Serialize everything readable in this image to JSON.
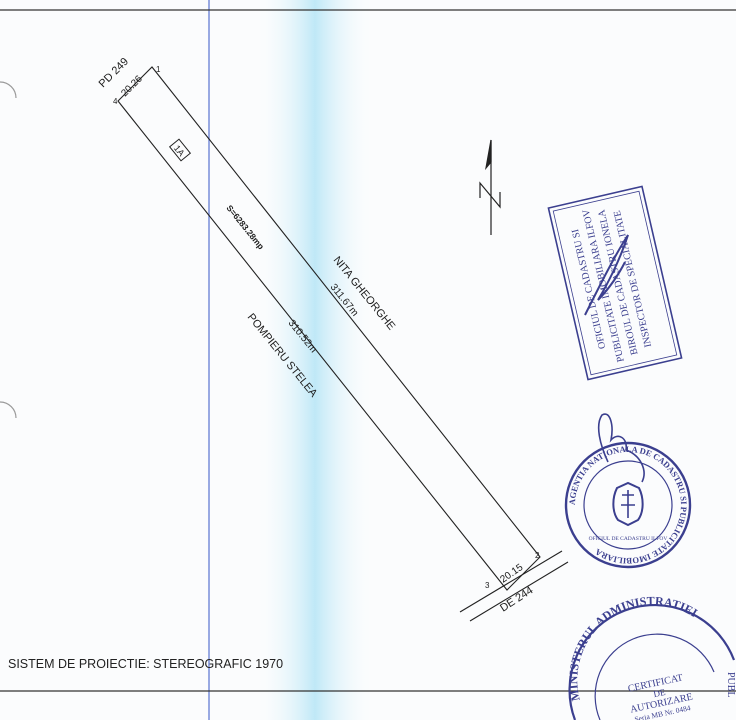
{
  "plan": {
    "pd_label": "PD 249",
    "north_width": "20.26",
    "south_width": "20.15",
    "east_length": "311.67m",
    "west_length": "310.52m",
    "area": "S=6283.28mp",
    "parcel_code": "1A",
    "east_neighbor": "NITA GHEORGHE",
    "west_neighbor": "POMPIERU STELEA",
    "road": "DE 244",
    "vertex_1": "1",
    "vertex_2": "2",
    "vertex_3": "3",
    "vertex_4": "4",
    "projection_system": "SISTEM DE PROIECTIE: STEREOGRAFIC 1970"
  },
  "stamps": {
    "square": [
      "OFICIUL DE CADASTRU SI",
      "PUBLICITATE IMOBILIARA ILFOV",
      "BIROUL DE CADASTRU IONELA",
      "INSPECTOR DE SPECIALITATE"
    ],
    "round_outer": "AGENTIA NATIONALA DE CADASTRU SI PUBLICITATE IMOBILIARA",
    "round_inner": "OFICIUL DE CADASTRU ILFOV",
    "certificate_outer": "MINISTERUL ADMINISTRATIEI",
    "certificate_lines": [
      "CERTIFICAT",
      "DE",
      "AUTORIZARE",
      "Seria MB Nr. 0484"
    ],
    "certificate_side": "PUBL"
  },
  "colors": {
    "stamp_ink": "#3b3f8f",
    "margin_line": "#6f86d6",
    "fold_band": "#8fd8f2"
  }
}
